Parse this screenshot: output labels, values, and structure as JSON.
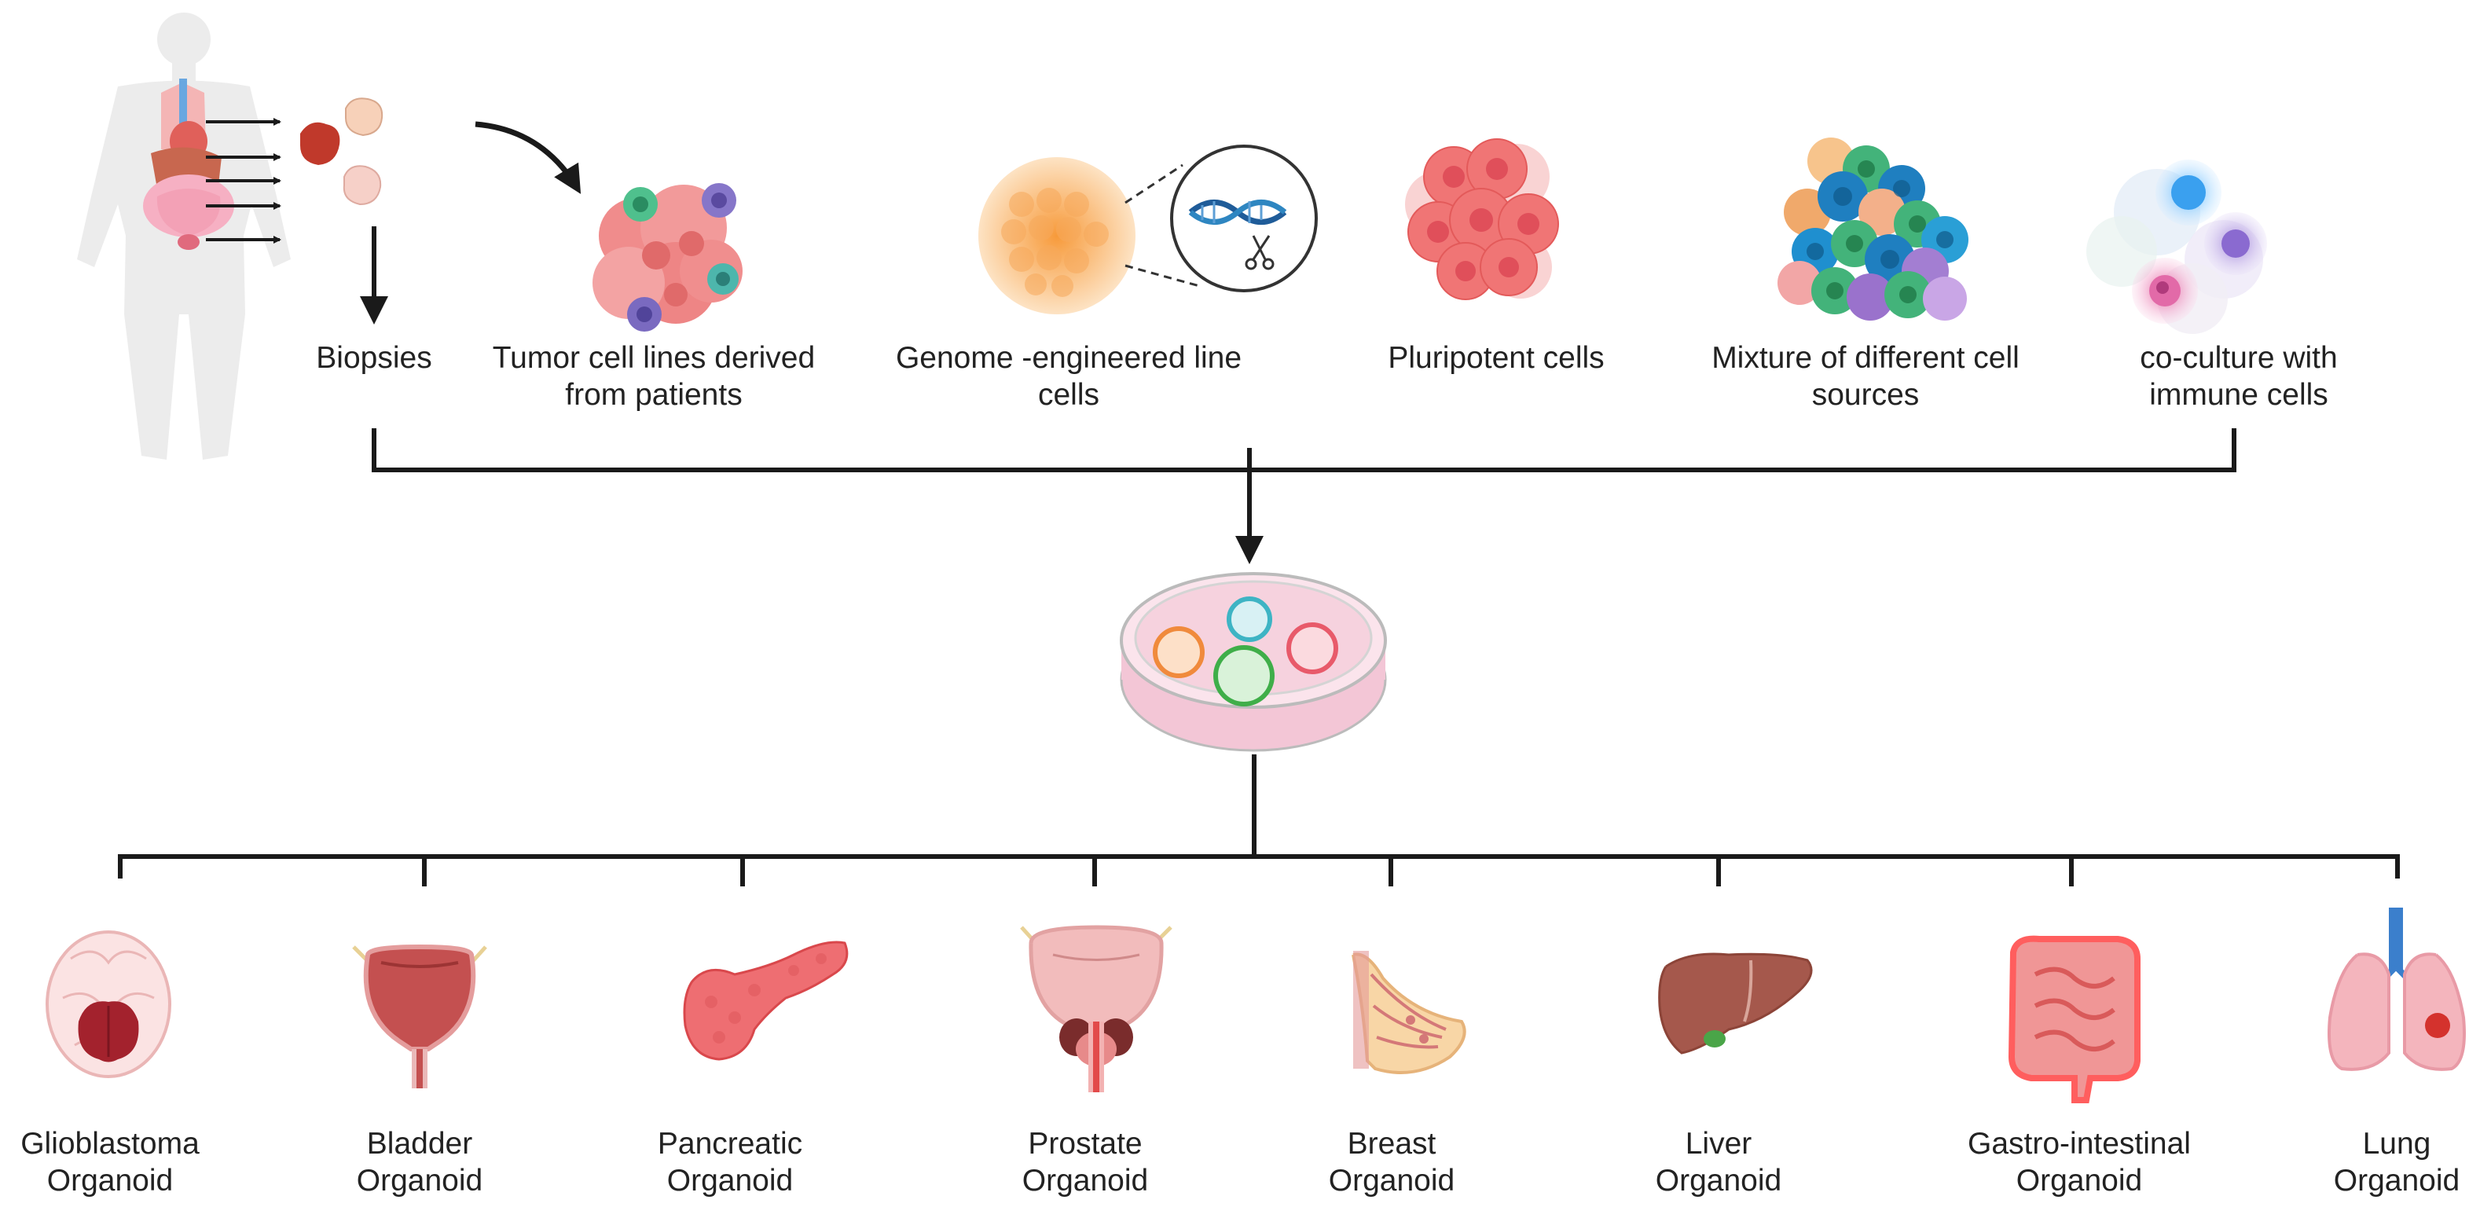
{
  "sources": [
    {
      "id": "biopsies",
      "lines": [
        "Biopsies"
      ]
    },
    {
      "id": "tumor",
      "lines": [
        "Tumor cell lines derived",
        "from patients"
      ]
    },
    {
      "id": "genome",
      "lines": [
        "Genome -engineered line",
        "cells"
      ]
    },
    {
      "id": "pluripotent",
      "lines": [
        "Pluripotent cells"
      ]
    },
    {
      "id": "mixture",
      "lines": [
        "Mixture of different cell",
        "sources"
      ]
    },
    {
      "id": "coculture",
      "lines": [
        "co-culture with",
        "immune cells"
      ]
    }
  ],
  "organoids": [
    {
      "id": "glioblastoma",
      "lines": [
        "Glioblastoma",
        "Organoid"
      ],
      "icon": "brain-icon"
    },
    {
      "id": "bladder",
      "lines": [
        "Bladder",
        "Organoid"
      ],
      "icon": "bladder-icon"
    },
    {
      "id": "pancreatic",
      "lines": [
        "Pancreatic",
        "Organoid"
      ],
      "icon": "pancreas-icon"
    },
    {
      "id": "prostate",
      "lines": [
        "Prostate",
        "Organoid"
      ],
      "icon": "prostate-icon"
    },
    {
      "id": "breast",
      "lines": [
        "Breast",
        "Organoid"
      ],
      "icon": "breast-icon"
    },
    {
      "id": "liver",
      "lines": [
        "Liver",
        "Organoid"
      ],
      "icon": "liver-icon"
    },
    {
      "id": "gi",
      "lines": [
        "Gastro-intestinal",
        "Organoid"
      ],
      "icon": "intestine-icon"
    },
    {
      "id": "lung",
      "lines": [
        "Lung",
        "Organoid"
      ],
      "icon": "lung-icon"
    }
  ],
  "icons": {
    "human": "human-body-icon",
    "dish": "petri-dish-icon"
  },
  "colors": {
    "line": "#1a1a1a",
    "tissue_red": "#d9534f",
    "tissue_pink": "#f4a6a6",
    "dish_fill": "#f6d4df",
    "organ_brown": "#a5584c"
  }
}
